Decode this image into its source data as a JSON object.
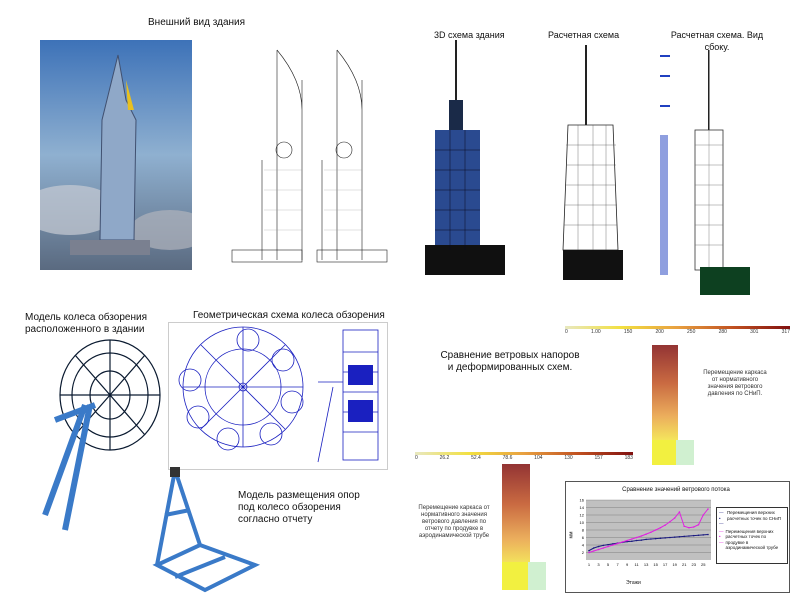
{
  "titles": {
    "exterior": "Внешний вид здания",
    "scheme3d": "3D схема здания",
    "calc": "Расчетная схема",
    "calc_side": "Расчетная схема. Вид сбоку.",
    "wheel_model": "Модель колеса обзорения расположенного в здании",
    "wheel_geom": "Геометрическая схема колеса обзорения",
    "support_model": "Модель размещения опор под колесо обзорения согласно отчету",
    "wind_compare": "Сравнение ветровых напоров и деформированных схем.",
    "disp_snip": "Перемещение каркаса от нормативного значения ветрового давления по СНиП.",
    "disp_tunnel": "Перемещение каркаса от нормативного значения ветрового давления по отчету по продувке в аэродинамической трубе"
  },
  "colorbars": {
    "top": [
      "0",
      "1.00",
      "150",
      "200",
      "250",
      "280",
      "301",
      "317"
    ],
    "bottom": [
      "0",
      "26.2",
      "52.4",
      "78.6",
      "104",
      "130",
      "157",
      "183"
    ],
    "colors": [
      "#e8e8c0",
      "#f2e040",
      "#e8a040",
      "#c05020",
      "#801010"
    ]
  },
  "chart_data": {
    "type": "line",
    "title": "Сравнение значений ветрового потока",
    "xlabel": "Этажи",
    "ylabel": "мм",
    "ylim": [
      0,
      16
    ],
    "yticks": [
      "2",
      "4",
      "6",
      "8",
      "10",
      "12",
      "14",
      "16"
    ],
    "x": [
      1,
      2,
      3,
      4,
      5,
      6,
      7,
      8,
      9,
      10,
      11,
      12,
      13,
      14,
      15,
      16,
      17,
      18,
      19,
      20,
      21,
      22,
      23,
      24,
      25,
      26
    ],
    "series": [
      {
        "name": "Перемещения верхних расчетных точек по СНиП",
        "color": "#1a1a80",
        "values": [
          2.5,
          3.2,
          3.6,
          3.9,
          4.1,
          4.3,
          4.5,
          4.7,
          4.9,
          5.0,
          5.2,
          5.3,
          5.5,
          5.6,
          5.7,
          5.8,
          5.9,
          6.0,
          6.1,
          6.2,
          6.3,
          6.4,
          6.5,
          6.6,
          6.7,
          6.8
        ]
      },
      {
        "name": "Перемещения верхних расчетных точек по продувке в аэродинамической трубе",
        "color": "#e020e0",
        "values": [
          2.0,
          2.4,
          2.8,
          3.2,
          3.6,
          4.0,
          4.4,
          4.8,
          5.2,
          5.6,
          6.0,
          6.4,
          6.9,
          7.4,
          8.0,
          8.6,
          9.3,
          10.2,
          11.2,
          12.8,
          9.0,
          8.6,
          8.8,
          9.4,
          12.0,
          13.6
        ]
      }
    ],
    "legend": "right",
    "grid": true
  }
}
